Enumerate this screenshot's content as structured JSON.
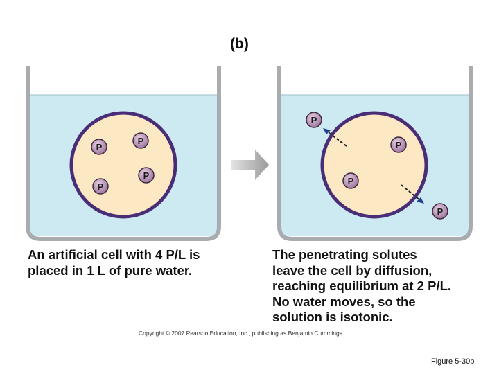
{
  "panel_label": "(b)",
  "left_caption": [
    "An artificial cell with 4 P/L is",
    "placed in 1 L of pure water."
  ],
  "right_caption": [
    "The penetrating solutes",
    "leave the cell by diffusion,",
    "reaching equilibrium at 2 P/L.",
    "No water moves, so the",
    "solution is isotonic."
  ],
  "solute_label": "P",
  "copyright": "Copyright © 2007 Pearson Education, Inc., publishing as Benjamin Cummings.",
  "figure_number": "Figure 5-30b",
  "colors": {
    "water": "#cde9f1",
    "cell_fill": "#fde8c4",
    "cell_membrane": "#4a2d77",
    "solute_fill": "#b88cb4",
    "beaker_wall": "#a9acaf",
    "arrow": "#b8b8b8"
  }
}
